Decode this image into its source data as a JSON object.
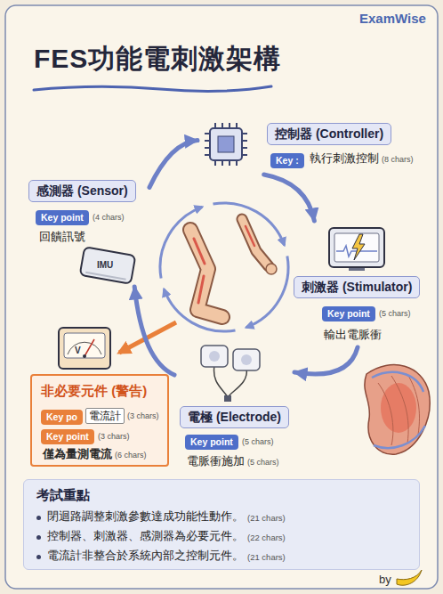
{
  "diagram": {
    "title": "FES功能電刺激架構",
    "nodes": [
      {
        "text": [
          "控制器 (Controller)",
          "Key :",
          "執行刺激控制",
          "(8 chars)"
        ]
      },
      {
        "text": [
          "感測器 (Sensor)",
          "Key point",
          "(4 chars)",
          "回饋訊號"
        ]
      },
      {
        "text": [
          "刺激器 (Stimulator)",
          "Key point",
          "(5 chars)",
          "輸出電脈衝"
        ]
      },
      {
        "text": [
          "電極 (Electrode)",
          "Key point",
          "(5 chars)",
          "電脈衝施加",
          "(5 chars)"
        ]
      },
      {
        "text": [
          "非必要元件 (警告)",
          "Key po",
          "電流計",
          "(3 chars)",
          "Key point",
          "(3 chars)",
          "僅為量測電流",
          "(6 chars)"
        ]
      },
      {
        "text": [
          "考試重點",
          "閉迴路調整刺激參數達成功能性動作。",
          "(21 chars)",
          "控制器、刺激器、感測器為必要元件。",
          "(22 chars)",
          "電流計非整合於系統內部之控制元件。",
          "(21 chars)"
        ]
      }
    ],
    "edges": [
      {
        "from": 0,
        "to": 2,
        "arrow": "to"
      },
      {
        "from": 2,
        "to": 3,
        "arrow": "to"
      },
      {
        "from": 3,
        "to": 1,
        "arrow": "to"
      },
      {
        "from": 1,
        "to": 0,
        "arrow": "to"
      }
    ],
    "labels": [
      "ExamWise",
      "IMU",
      "V",
      "by"
    ]
  }
}
